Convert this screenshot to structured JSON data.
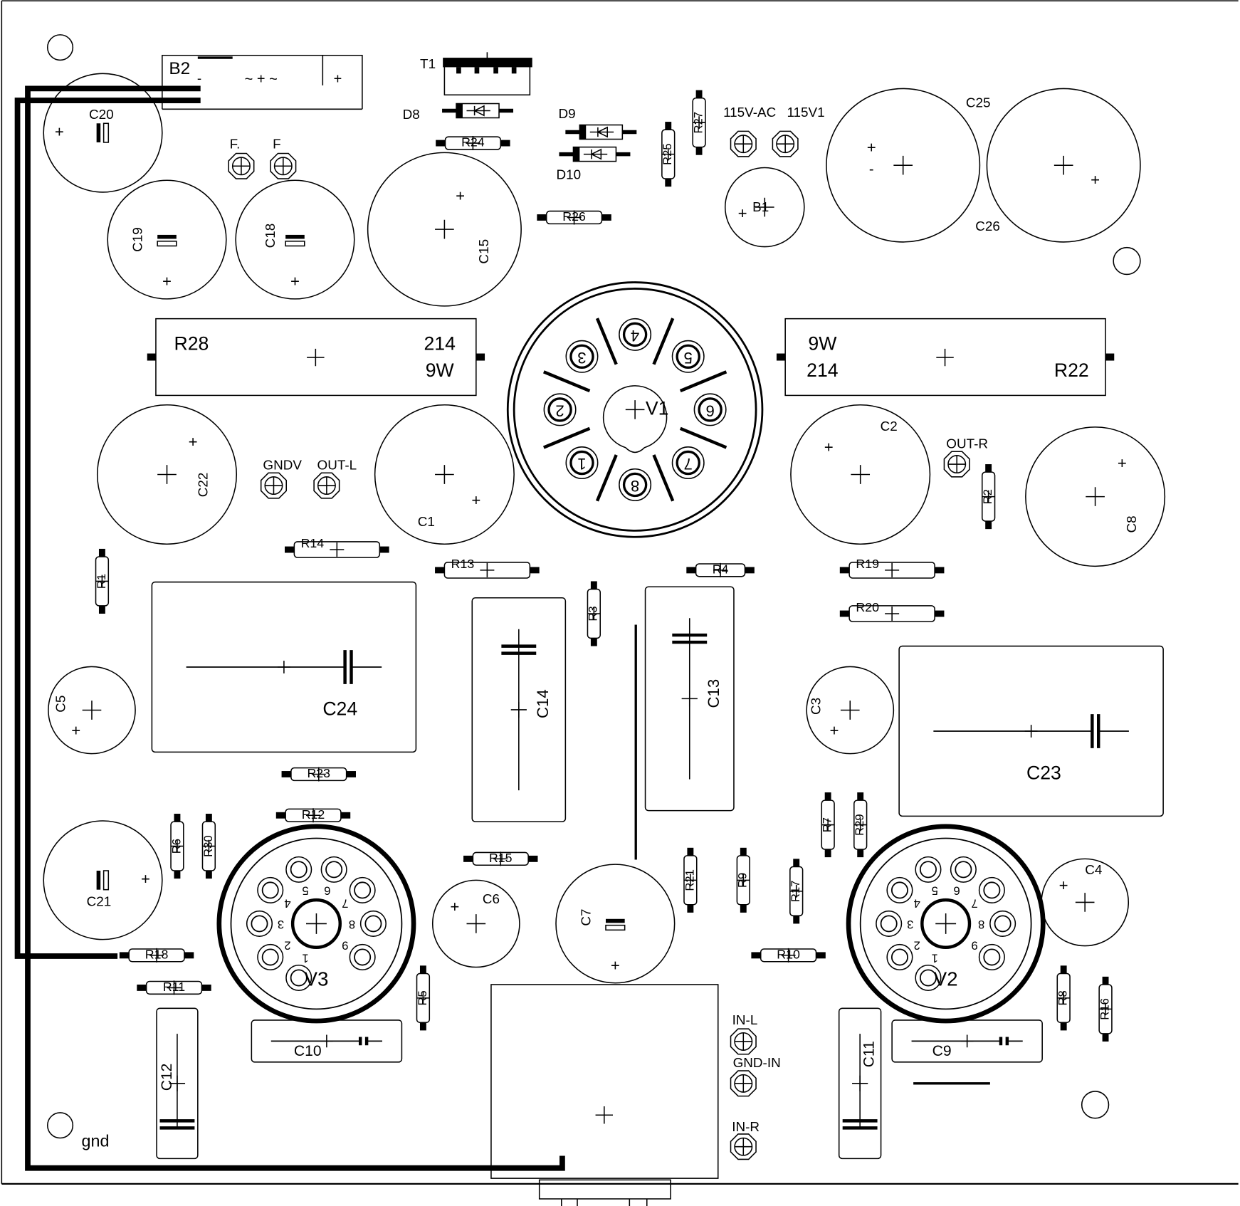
{
  "board": {
    "gnd_label": "gnd"
  },
  "electrolytics": [
    "C20",
    "C19",
    "C18",
    "C15",
    "C25",
    "C26",
    "C22",
    "C1",
    "C2",
    "C8",
    "C5",
    "C3",
    "C21",
    "C6",
    "C7",
    "C4",
    "B1"
  ],
  "film_caps": [
    "C24",
    "C23",
    "C14",
    "C13",
    "C10",
    "C9",
    "C12",
    "C11"
  ],
  "power_resistors": [
    {
      "name": "R28",
      "value": "214",
      "power": "9W"
    },
    {
      "name": "R22",
      "value": "214",
      "power": "9W"
    }
  ],
  "resistors": [
    "R24",
    "R26",
    "R14",
    "R13",
    "R4",
    "R19",
    "R20",
    "R23",
    "R12",
    "R15",
    "R18",
    "R11",
    "R10",
    "R27",
    "R25",
    "R2",
    "R1",
    "R3",
    "R6",
    "R30",
    "R7",
    "R29",
    "R21",
    "R9",
    "R17",
    "R5",
    "R8",
    "R16"
  ],
  "diodes": [
    "D8",
    "D9",
    "D10"
  ],
  "transformer": "T1",
  "bridge": {
    "name": "B2",
    "minus": "-",
    "ac": "~ + ~",
    "plus": "+"
  },
  "pads": [
    "F.",
    "F",
    "115V-AC",
    "115V1",
    "GNDV",
    "OUT-L",
    "OUT-R",
    "IN-L",
    "GND-IN",
    "IN-R"
  ],
  "tubes": [
    {
      "name": "V1",
      "pins": [
        "4",
        "5",
        "6",
        "7",
        "8",
        "1",
        "2",
        "3"
      ]
    },
    {
      "name": "V3",
      "pins": [
        "1",
        "2",
        "3",
        "4",
        "5",
        "6",
        "7",
        "8",
        "9"
      ]
    },
    {
      "name": "V2",
      "pins": [
        "1",
        "2",
        "3",
        "4",
        "5",
        "6",
        "7",
        "8",
        "9"
      ]
    }
  ]
}
